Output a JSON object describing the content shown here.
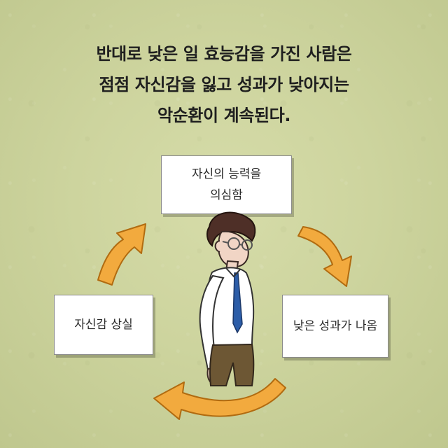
{
  "headline": {
    "lines": [
      "반대로 낮은 일 효능감을 가진 사람은",
      "점점 자신감을 잃고 성과가 낮아지는",
      "악순환이 계속된다."
    ]
  },
  "cycle": {
    "top": {
      "lines": [
        "자신의 능력을",
        "의심함"
      ]
    },
    "right": {
      "label": "낮은 성과가 나옴"
    },
    "left": {
      "label": "자신감 상실"
    }
  },
  "colors": {
    "arrow": "#f2aa3e",
    "arrow_stroke": "#b16b10",
    "background": "#cdd49e"
  },
  "icons": {
    "arrow_1": "arrow-right-curve-icon",
    "arrow_2": "arrow-bottom-curve-icon",
    "arrow_3": "arrow-left-curve-icon"
  }
}
